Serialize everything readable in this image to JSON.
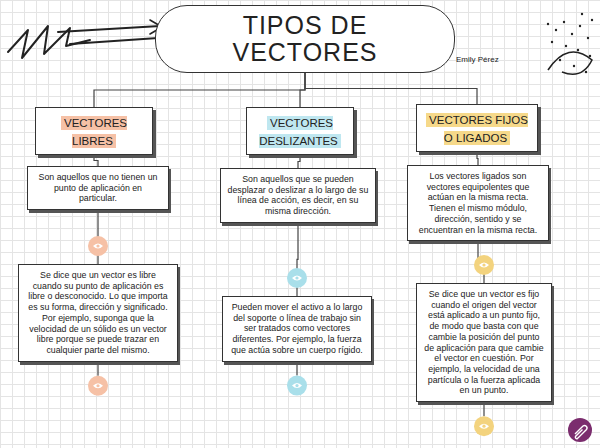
{
  "diagram": {
    "nodes": [
      {
        "text": [
          "TIPOS DE VECTORES"
        ]
      },
      {
        "text": [
          "VECTORES LIBRES"
        ]
      },
      {
        "text": [
          "VECTORES DESLIZANTES"
        ]
      },
      {
        "text": [
          "VECTORES FIJOS O LIGADOS"
        ]
      },
      {
        "text": [
          "Son aquellos que no tienen un punto de aplicación en particular."
        ]
      },
      {
        "text": [
          "Se dice que un vector es libre cuando su punto de aplicación es libre o desconocido. Lo que importa es su forma, dirección y significado. Por ejemplo, suponga que la velocidad de un sólido es un vector libre porque se puede trazar en cualquier parte del mismo."
        ]
      },
      {
        "text": [
          "Son aquellos que se pueden desplazar o deslizar a lo largo de su línea de acción, es decir, en su misma dirección."
        ]
      },
      {
        "text": [
          "Pueden mover el activo a lo largo del soporte o línea de trabajo sin ser tratados como vectores diferentes. Por ejemplo, la fuerza que actúa sobre un cuerpo rígido."
        ]
      },
      {
        "text": [
          "Los vectores ligados son vectores equipolentes que actúan en la misma recta. Tienen el mismo módulo, dirección, sentido y se encuentran en la misma recta."
        ]
      },
      {
        "text": [
          "Se dice que un vector es fijo cuando el origen del vector está aplicado a un punto fijo, de modo que basta con que cambie la posición del punto de aplicación para que cambie el vector en cuestión. Por ejemplo, la velocidad de una partícula o la fuerza aplicada en un punto."
        ]
      }
    ],
    "edges": [
      {
        "from": 0,
        "to": 1,
        "arrow": "none"
      },
      {
        "from": 0,
        "to": 2,
        "arrow": "none"
      },
      {
        "from": 0,
        "to": 3,
        "arrow": "none"
      },
      {
        "from": 1,
        "to": 4,
        "arrow": "none"
      },
      {
        "from": 4,
        "to": 5,
        "arrow": "none"
      },
      {
        "from": 2,
        "to": 6,
        "arrow": "none"
      },
      {
        "from": 6,
        "to": 7,
        "arrow": "none"
      },
      {
        "from": 3,
        "to": 8,
        "arrow": "none"
      },
      {
        "from": 8,
        "to": 9,
        "arrow": "none"
      }
    ],
    "labels": [
      "Emily Pérez"
    ]
  }
}
